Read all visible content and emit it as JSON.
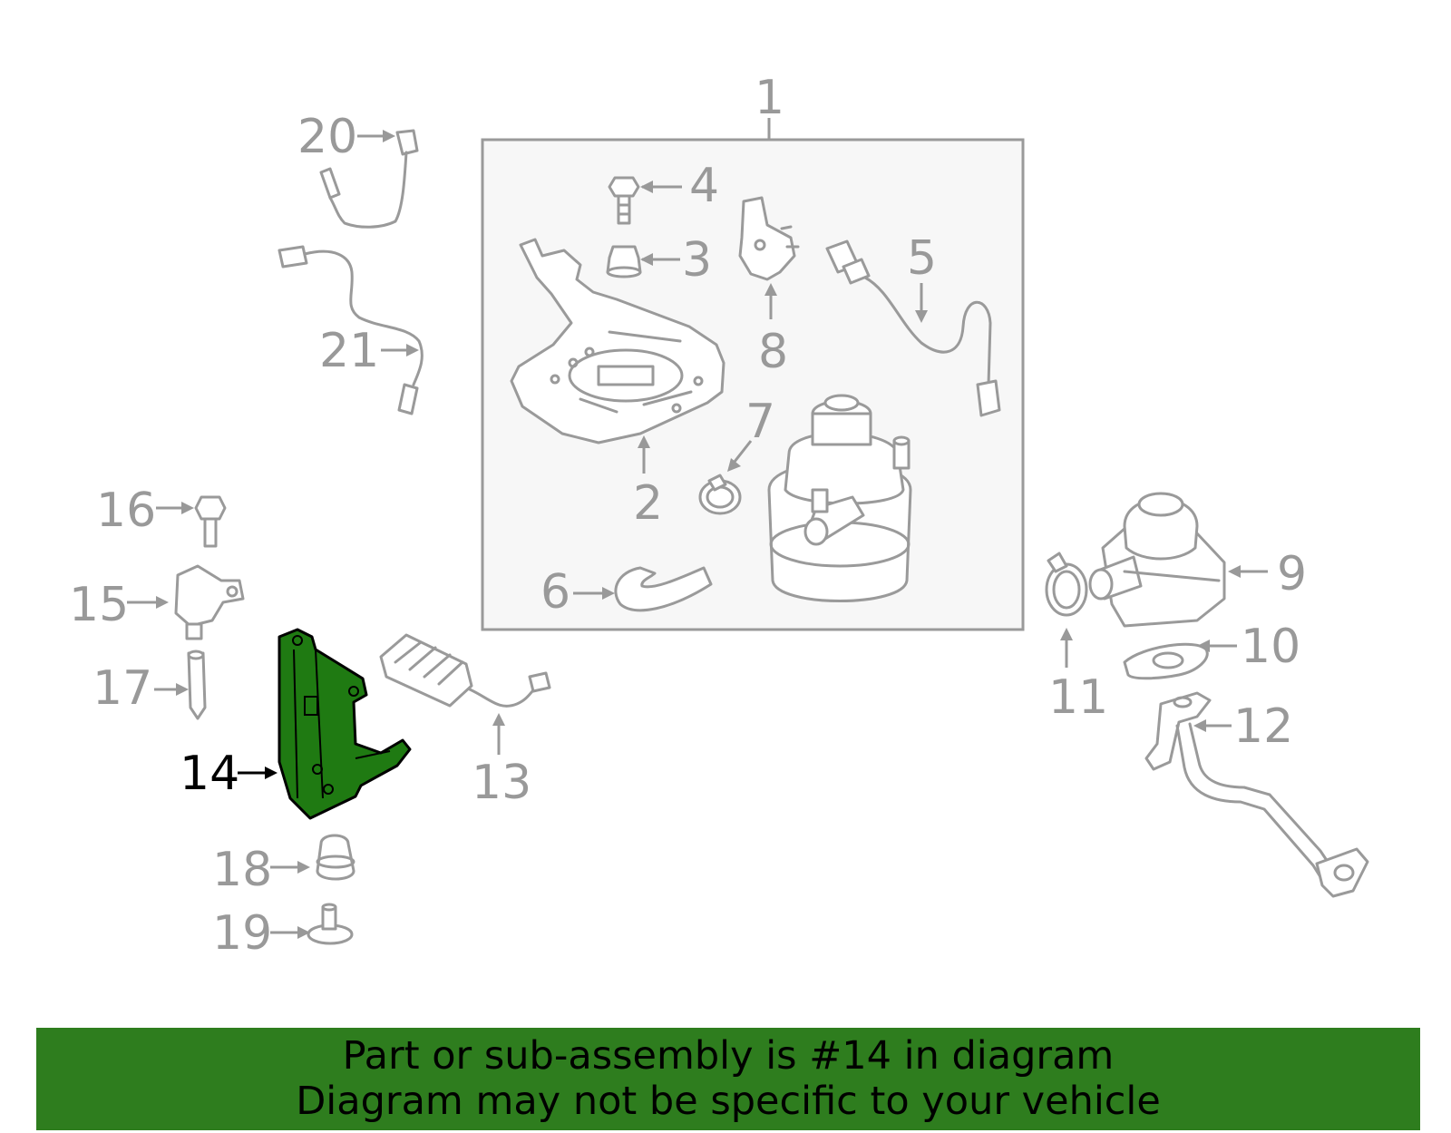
{
  "callouts": {
    "c1": "1",
    "c2": "2",
    "c3": "3",
    "c4": "4",
    "c5": "5",
    "c6": "6",
    "c7": "7",
    "c8": "8",
    "c9": "9",
    "c10": "10",
    "c11": "11",
    "c12": "12",
    "c13": "13",
    "c14": "14",
    "c15": "15",
    "c16": "16",
    "c17": "17",
    "c18": "18",
    "c19": "19",
    "c20": "20",
    "c21": "21"
  },
  "highlighted_part": "14",
  "colors": {
    "highlight_fill": "#1f7a12",
    "banner_bg": "#2e7d1e",
    "line_gray": "#9a9a9a",
    "inset_box_bg": "#f7f7f7"
  },
  "banner": {
    "line1": "Part or sub-assembly is #14 in diagram",
    "line2": "Diagram may not be specific to your vehicle"
  }
}
